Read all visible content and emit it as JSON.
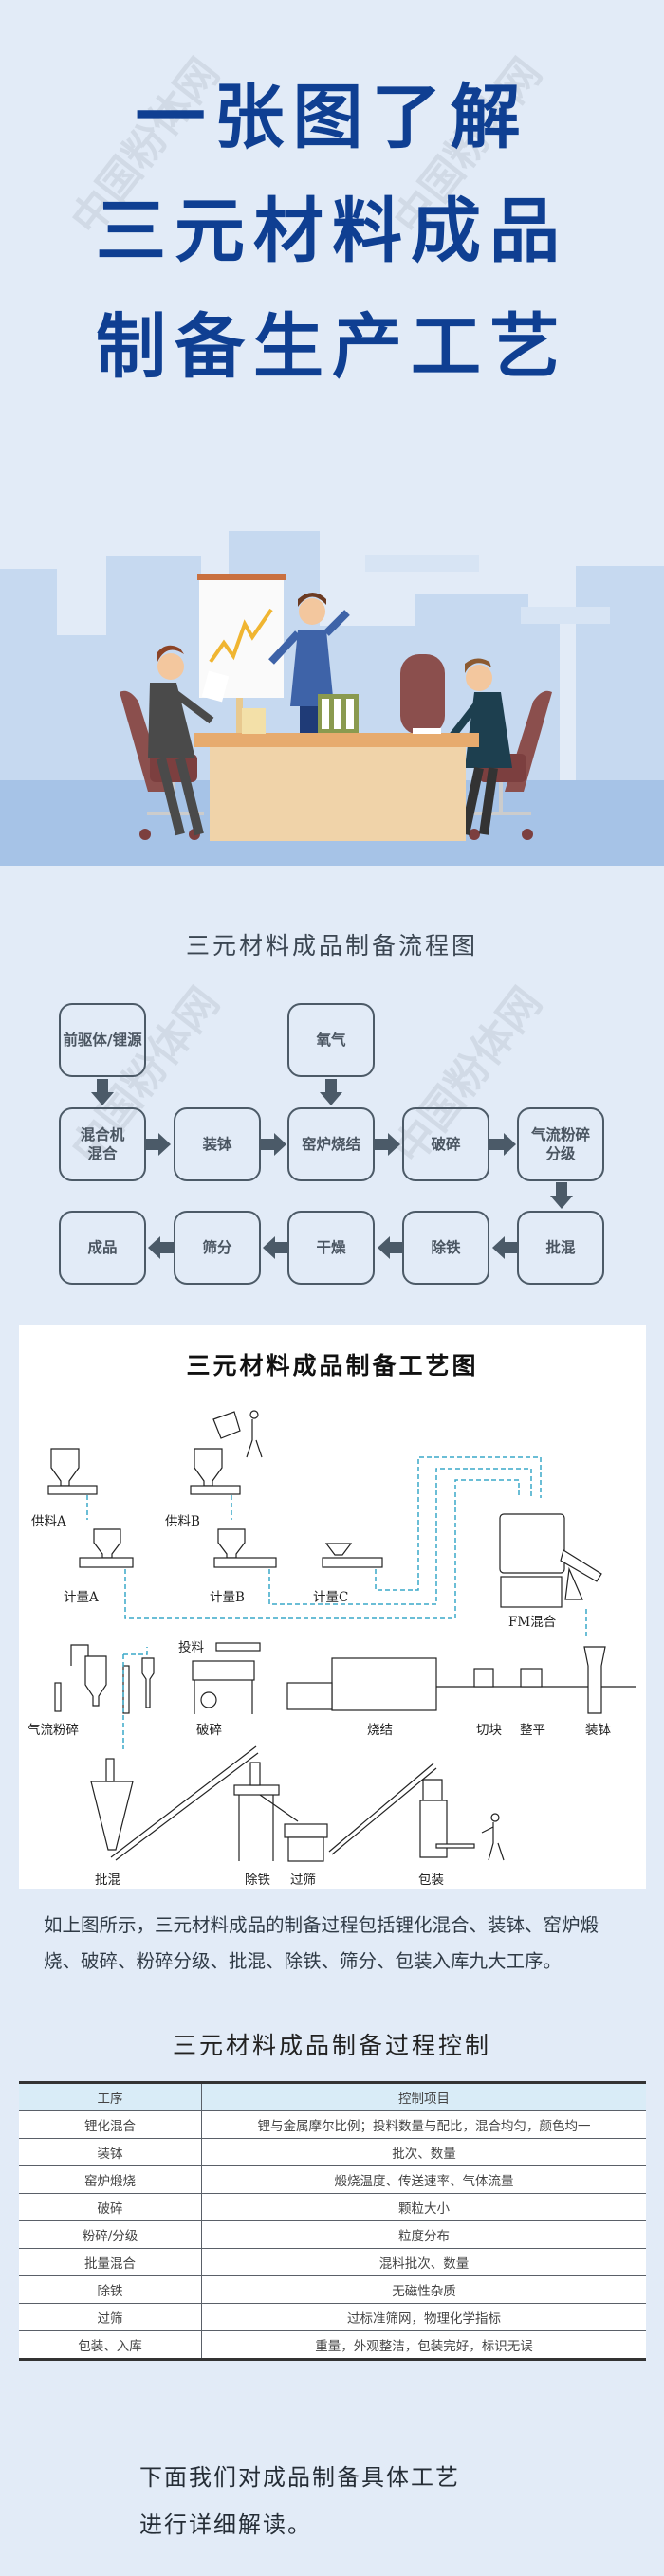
{
  "watermark": "中国粉体网",
  "header": {
    "title_lines": [
      "一张图了解",
      "三元材料成品",
      "制备生产工艺"
    ],
    "title_color": "#0f3f92"
  },
  "flowchart": {
    "title": "三元材料成品制备流程图",
    "inputs": {
      "precursor": "前驱体/锂源",
      "oxygen": "氧气"
    },
    "row1": [
      "混合机\n混合",
      "装钵",
      "窑炉烧结",
      "破碎",
      "气流粉碎\n分级"
    ],
    "row2": [
      "成品",
      "筛分",
      "干燥",
      "除铁",
      "批混"
    ]
  },
  "process_diagram": {
    "title": "三元材料成品制备工艺图",
    "labels": {
      "feed_a": "供料A",
      "feed_b": "供料B",
      "meter_a": "计量A",
      "meter_b": "计量B",
      "meter_c": "计量C",
      "fm_mix": "FM混合",
      "charging": "投料",
      "jet_mill": "气流粉碎",
      "crushing": "破碎",
      "sintering": "烧结",
      "cutting": "切块",
      "leveling": "整平",
      "saggar_loading": "装钵",
      "batch_mix": "批混",
      "iron_removal": "除铁",
      "sieving": "过筛",
      "packing": "包装"
    },
    "accent_color": "#3aa8c8"
  },
  "description": "如上图所示，三元材料成品的制备过程包括锂化混合、装钵、窑炉煅烧、破碎、粉碎分级、批混、除铁、筛分、包装入库九大工序。",
  "control": {
    "title": "三元材料成品制备过程控制",
    "headers": [
      "工序",
      "控制项目"
    ],
    "rows": [
      [
        "锂化混合",
        "锂与金属摩尔比例；投料数量与配比，混合均匀，颜色均一"
      ],
      [
        "装钵",
        "批次、数量"
      ],
      [
        "窑炉煅烧",
        "煅烧温度、传送速率、气体流量"
      ],
      [
        "破碎",
        "颗粒大小"
      ],
      [
        "粉碎/分级",
        "粒度分布"
      ],
      [
        "批量混合",
        "混料批次、数量"
      ],
      [
        "除铁",
        "无磁性杂质"
      ],
      [
        "过筛",
        "过标准筛网，物理化学指标"
      ],
      [
        "包装、入库",
        "重量，外观整洁，包装完好，标识无误"
      ]
    ]
  },
  "closing": [
    "下面我们对成品制备具体工艺",
    "进行详细解读。"
  ]
}
